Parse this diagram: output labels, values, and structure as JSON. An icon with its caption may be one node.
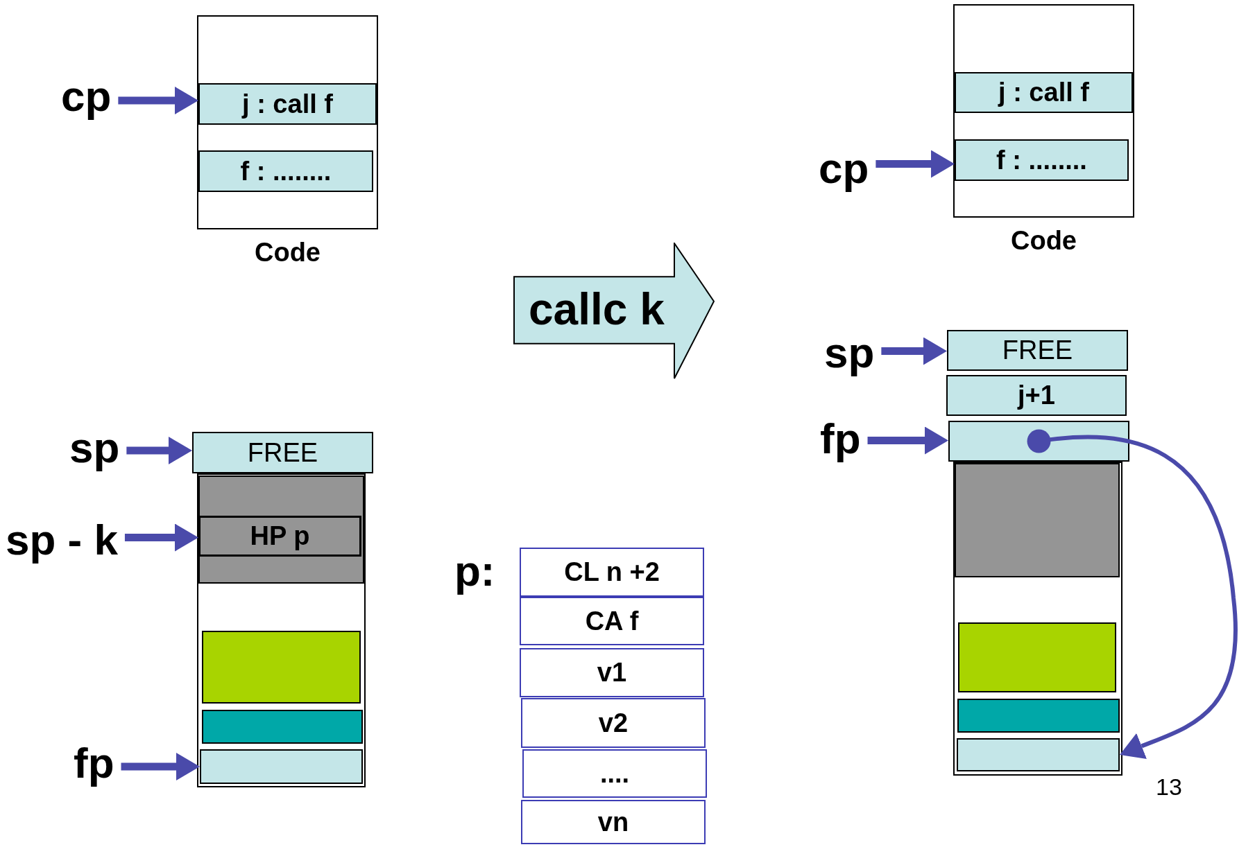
{
  "diagram": {
    "nodes": [
      {
        "text": [
          "Code"
        ]
      },
      {
        "text": [
          "j : call f"
        ],
        "in": 0
      },
      {
        "text": [
          "f : ........"
        ],
        "in": 0
      },
      {
        "text": [
          "cp"
        ]
      },
      {
        "text": [],
        "shape": "box"
      },
      {
        "text": [
          "FREE"
        ]
      },
      {
        "text": [],
        "shape": "box",
        "in": 4
      },
      {
        "text": [
          "HP p"
        ],
        "in": 6
      },
      {
        "text": [],
        "shape": "box",
        "in": 4
      },
      {
        "text": [],
        "shape": "box",
        "in": 4
      },
      {
        "text": [],
        "shape": "box",
        "in": 4
      },
      {
        "text": [
          "sp"
        ]
      },
      {
        "text": [
          "sp - k"
        ]
      },
      {
        "text": [
          "fp"
        ]
      },
      {
        "text": [
          "callc k"
        ]
      },
      {
        "text": [
          "CL n +2"
        ]
      },
      {
        "text": [
          "CA f"
        ]
      },
      {
        "text": [
          "v1"
        ]
      },
      {
        "text": [
          "v2"
        ]
      },
      {
        "text": [
          "...."
        ]
      },
      {
        "text": [
          "vn"
        ]
      },
      {
        "text": [
          "Code"
        ]
      },
      {
        "text": [
          "j : call f"
        ],
        "in": 21
      },
      {
        "text": [
          "f : ........"
        ],
        "in": 21
      },
      {
        "text": [
          "cp"
        ]
      },
      {
        "text": [],
        "shape": "box"
      },
      {
        "text": [
          "FREE"
        ]
      },
      {
        "text": [
          "j+1"
        ]
      },
      {
        "text": [],
        "shape": "box"
      },
      {
        "text": [],
        "shape": "box",
        "in": 25
      },
      {
        "text": [],
        "shape": "box",
        "in": 25
      },
      {
        "text": [],
        "shape": "box",
        "in": 25
      },
      {
        "text": [],
        "shape": "box",
        "in": 25
      },
      {
        "text": [
          "sp"
        ]
      },
      {
        "text": [
          "fp"
        ]
      }
    ],
    "edges": [
      {
        "from": 3,
        "to": 1,
        "arrow": "to"
      },
      {
        "from": 11,
        "to": 5,
        "arrow": "to"
      },
      {
        "from": 12,
        "to": 7,
        "arrow": "to"
      },
      {
        "from": 13,
        "to": 10,
        "arrow": "to"
      },
      {
        "from": 24,
        "to": 23,
        "arrow": "to"
      },
      {
        "from": 33,
        "to": 26,
        "arrow": "to"
      },
      {
        "from": 34,
        "to": 28,
        "arrow": "to"
      },
      {
        "from": 28,
        "to": 32,
        "arrow": "to"
      }
    ],
    "labels": [
      "p:",
      "13"
    ]
  }
}
